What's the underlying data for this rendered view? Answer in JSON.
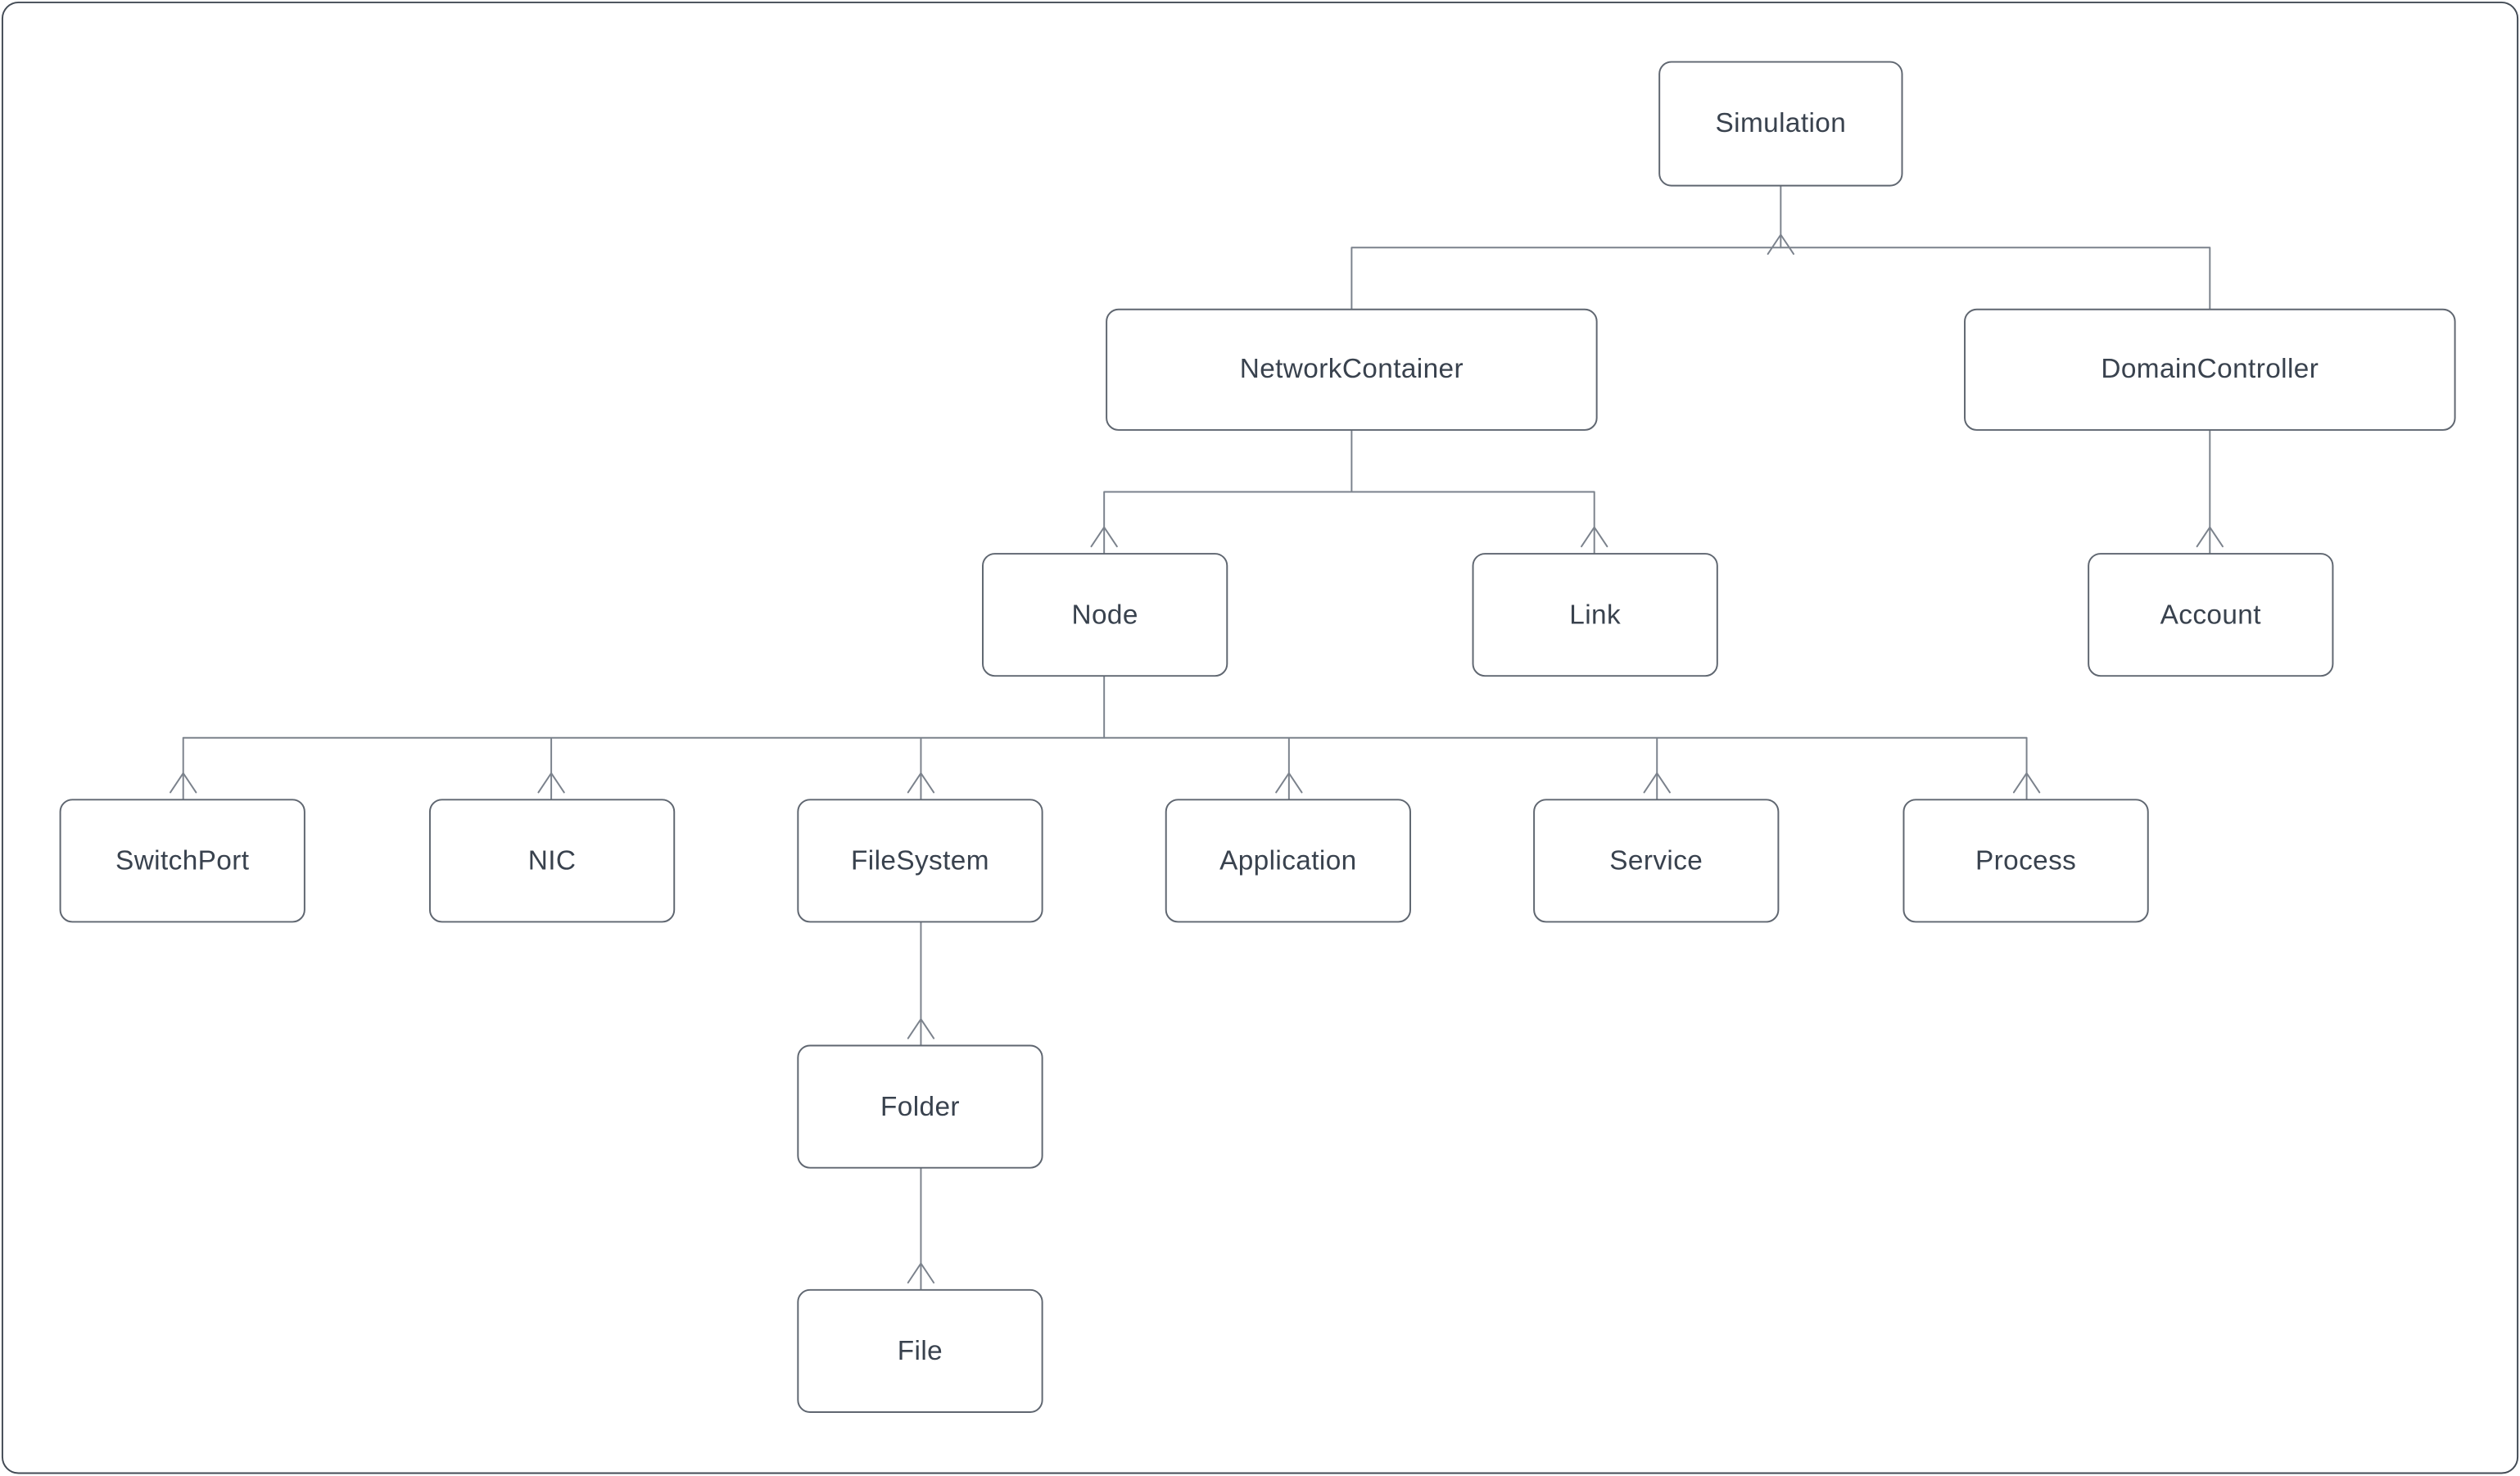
{
  "diagram": {
    "type": "tree",
    "description": "Class hierarchy tree diagram"
  },
  "nodes": {
    "simulation": {
      "label": "Simulation"
    },
    "networkcontainer": {
      "label": "NetworkContainer"
    },
    "domaincontroller": {
      "label": "DomainController"
    },
    "node": {
      "label": "Node"
    },
    "link": {
      "label": "Link"
    },
    "account": {
      "label": "Account"
    },
    "switchport": {
      "label": "SwitchPort"
    },
    "nic": {
      "label": "NIC"
    },
    "filesystem": {
      "label": "FileSystem"
    },
    "application": {
      "label": "Application"
    },
    "service": {
      "label": "Service"
    },
    "process": {
      "label": "Process"
    },
    "folder": {
      "label": "Folder"
    },
    "file": {
      "label": "File"
    }
  },
  "edges": [
    {
      "from": "Simulation",
      "to": "NetworkContainer"
    },
    {
      "from": "Simulation",
      "to": "DomainController"
    },
    {
      "from": "NetworkContainer",
      "to": "Node"
    },
    {
      "from": "NetworkContainer",
      "to": "Link"
    },
    {
      "from": "DomainController",
      "to": "Account"
    },
    {
      "from": "Node",
      "to": "SwitchPort"
    },
    {
      "from": "Node",
      "to": "NIC"
    },
    {
      "from": "Node",
      "to": "FileSystem"
    },
    {
      "from": "Node",
      "to": "Application"
    },
    {
      "from": "Node",
      "to": "Service"
    },
    {
      "from": "Node",
      "to": "Process"
    },
    {
      "from": "FileSystem",
      "to": "Folder"
    },
    {
      "from": "Folder",
      "to": "File"
    }
  ],
  "colors": {
    "box_border": "#5f6670",
    "line": "#7b828c",
    "text": "#39424e",
    "background": "#ffffff",
    "outer_border": "#434b55"
  }
}
